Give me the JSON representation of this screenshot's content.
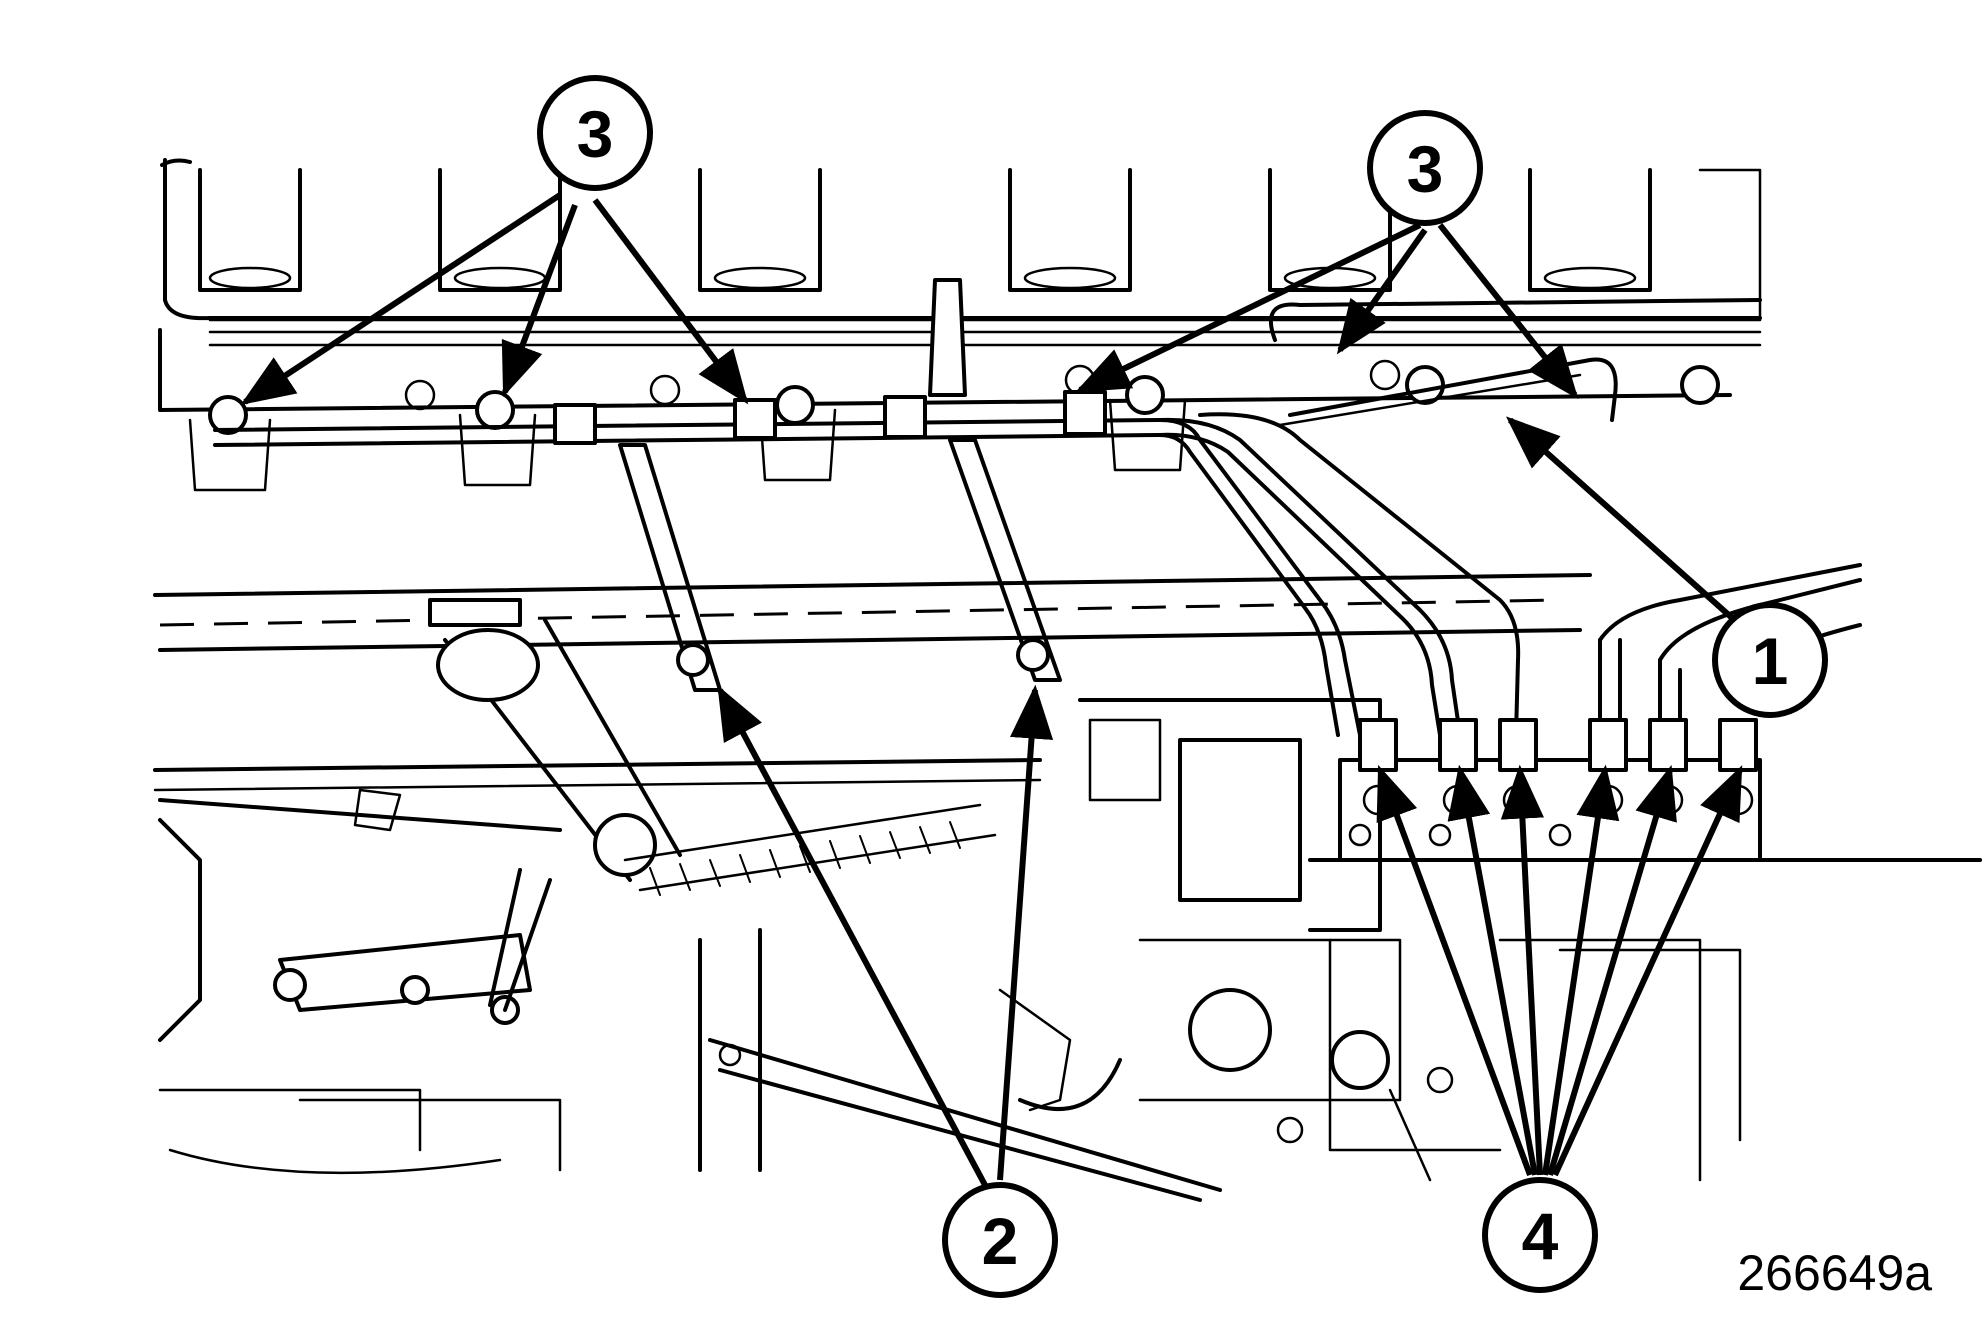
{
  "figure_id": "266649a",
  "callouts": [
    {
      "label": "3"
    },
    {
      "label": "3"
    },
    {
      "label": "1"
    },
    {
      "label": "2"
    },
    {
      "label": "4"
    }
  ]
}
